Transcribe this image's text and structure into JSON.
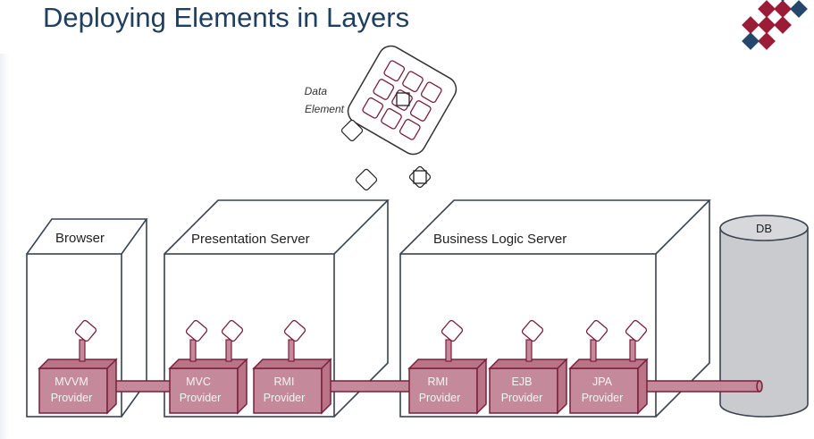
{
  "title": "Deploying Elements in Layers",
  "data_element_label": [
    "Data",
    "Element"
  ],
  "servers": {
    "browser": "Browser",
    "presentation": "Presentation Server",
    "business": "Business Logic Server"
  },
  "db_label": "DB",
  "providers": {
    "mvvm": [
      "MVVM",
      "Provider"
    ],
    "mvc": [
      "MVC",
      "Provider"
    ],
    "rmi_presentation": [
      "RMI",
      "Provider"
    ],
    "rmi_business": [
      "RMI",
      "Provider"
    ],
    "ejb": [
      "EJB",
      "Provider"
    ],
    "jpa": [
      "JPA",
      "Provider"
    ]
  },
  "colors": {
    "title": "#1f3f60",
    "provider_fill": "#c48a9c",
    "provider_stroke": "#7a1f3a",
    "outline": "#3a4350",
    "db_fill": "#c9cbcf",
    "logo_red": "#9b1c36",
    "logo_blue": "#24476b"
  }
}
